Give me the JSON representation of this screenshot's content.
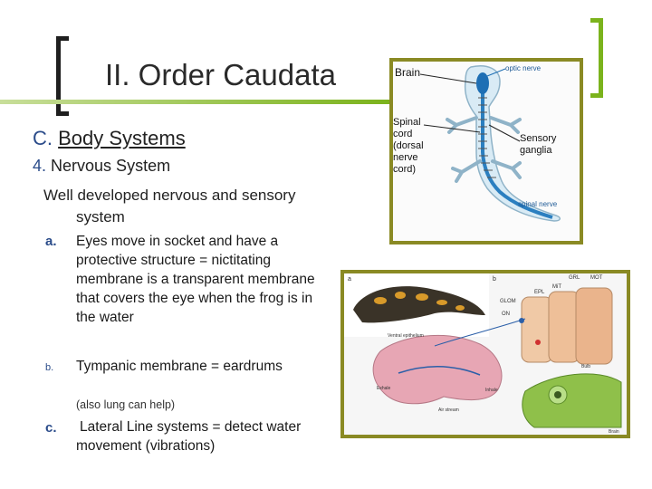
{
  "slide": {
    "title": "II. Order Caudata",
    "section_c": {
      "number": "C.",
      "label": "Body Systems"
    },
    "section_4": {
      "number": "4.",
      "label": "Nervous System"
    },
    "intro": "Well developed nervous and sensory system",
    "items": [
      {
        "marker": "a.",
        "text": "Eyes move in socket and have a protective structure = nictitating membrane is a transparent membrane that covers the eye when the frog is in the water"
      },
      {
        "marker": "b.",
        "text": "Tympanic membrane = eardrums",
        "note": "(also lung can help)"
      },
      {
        "marker": "c.",
        "text": "Lateral Line systems = detect water movement (vibrations)"
      }
    ]
  },
  "figure_nervous": {
    "brain": "Brain",
    "optic_nerve": "optic nerve",
    "spinal_cord": [
      "Spinal",
      "cord",
      "(dorsal",
      "nerve",
      "cord)"
    ],
    "sensory_ganglia": [
      "Sensory",
      "ganglia"
    ],
    "spinal_nerve": "spinal nerve"
  },
  "figure_brain": {
    "panel_a": "a",
    "panel_b": "b",
    "labels": [
      "GRL",
      "MOT",
      "MiT",
      "EPL",
      "GLOM",
      "ON",
      "Ventral epithelium",
      "Exhale",
      "Inhale",
      "Air stream",
      "Bulb",
      "Brain"
    ]
  },
  "colors": {
    "accent_green": "#7bb31c",
    "frame_olive": "#8a8a24",
    "marker_blue": "#2b4c8a"
  }
}
